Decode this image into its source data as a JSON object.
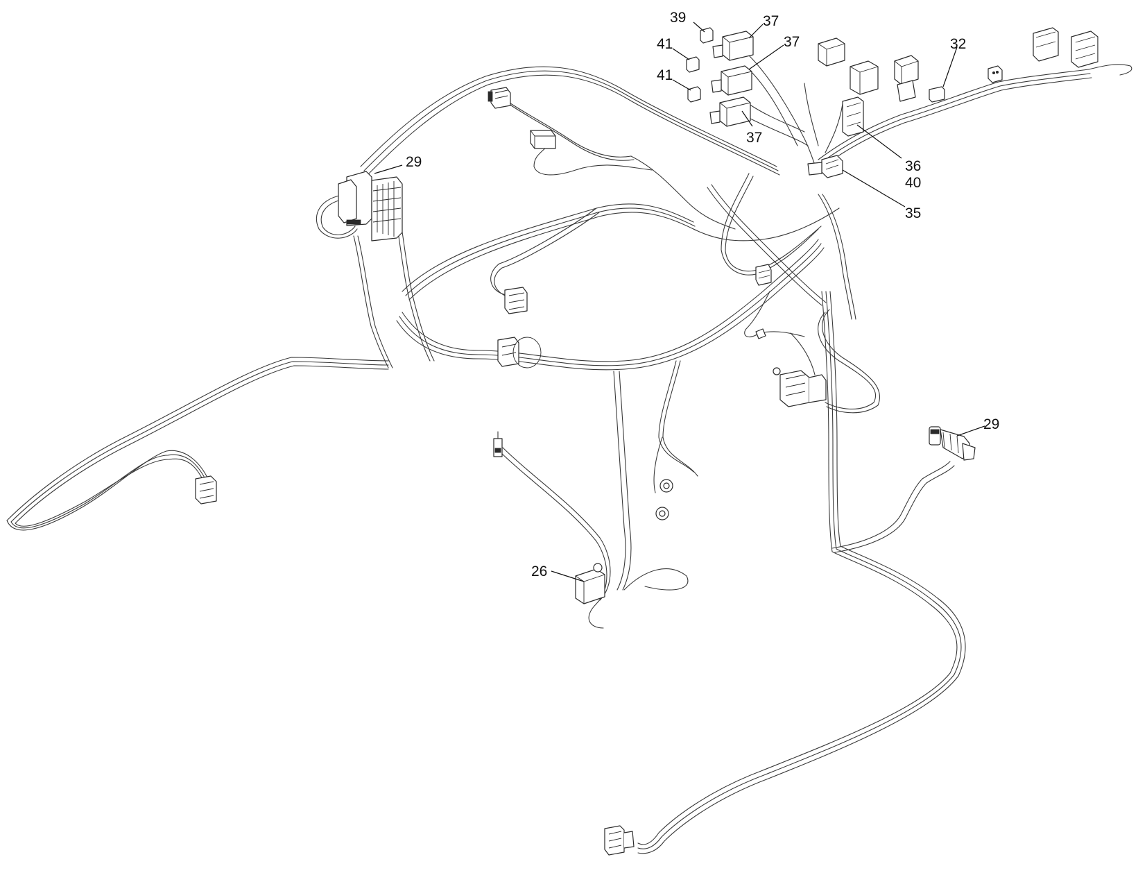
{
  "diagram": {
    "callouts": [
      {
        "id": "c39",
        "label": "39"
      },
      {
        "id": "c37a",
        "label": "37"
      },
      {
        "id": "c37b",
        "label": "37"
      },
      {
        "id": "c41a",
        "label": "41"
      },
      {
        "id": "c41b",
        "label": "41"
      },
      {
        "id": "c37c",
        "label": "37"
      },
      {
        "id": "c32",
        "label": "32"
      },
      {
        "id": "c29a",
        "label": "29"
      },
      {
        "id": "c36",
        "label": "36"
      },
      {
        "id": "c40",
        "label": "40"
      },
      {
        "id": "c35",
        "label": "35"
      },
      {
        "id": "c29b",
        "label": "29"
      },
      {
        "id": "c26",
        "label": "26"
      }
    ]
  }
}
